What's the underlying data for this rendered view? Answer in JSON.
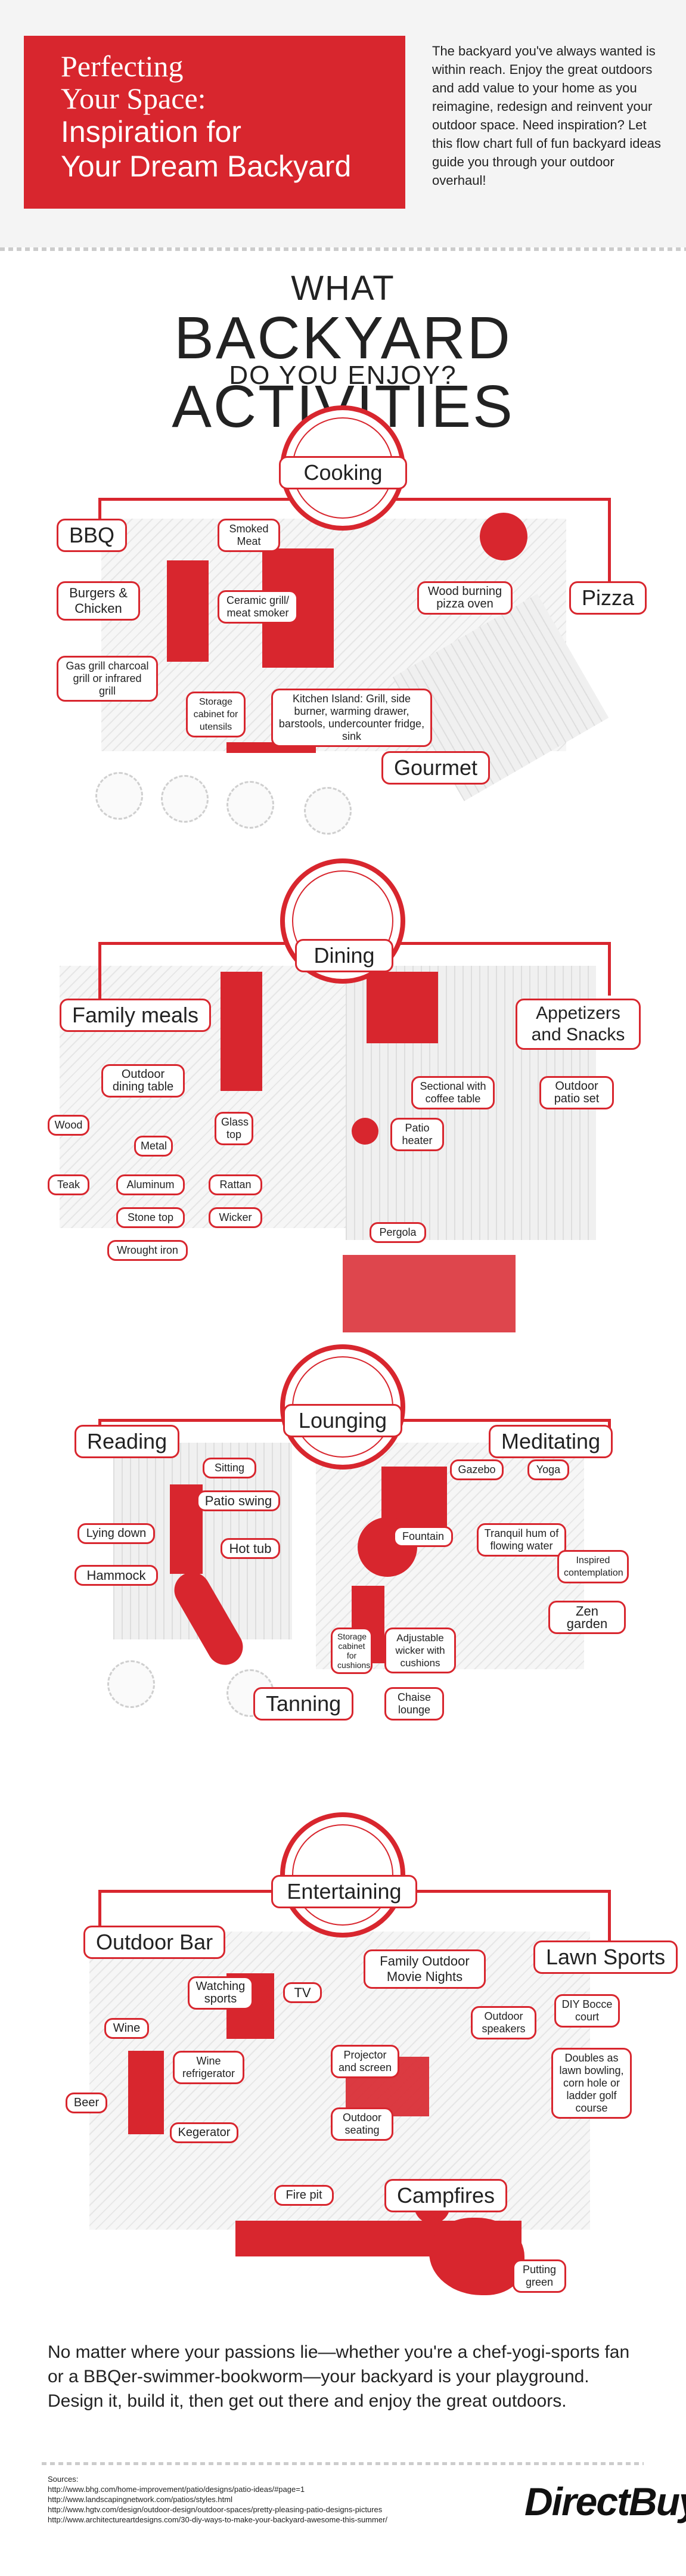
{
  "header": {
    "title_line1": "Perfecting",
    "title_line2": "Your Space:",
    "subtitle_line1": "Inspiration for",
    "subtitle_line2": "Your Dream Backyard",
    "intro": "The backyard you've always wanted is within reach. Enjoy the great outdoors and add value to your home as you reimagine, redesign and reinvent your outdoor space. Need inspiration? Let this flow chart full of fun backyard ideas guide you through your outdoor overhaul!"
  },
  "main_title": {
    "line1": "WHAT",
    "line2": "BACKYARD ACTIVITIES",
    "line3": "DO YOU ENJOY?"
  },
  "cooking": {
    "title": "Cooking",
    "bbq": "BBQ",
    "smoked_meat": "Smoked Meat",
    "ceramic_grill": "Ceramic grill/ meat smoker",
    "burgers": "Burgers & Chicken",
    "gas_grill": "Gas grill charcoal grill or infrared grill",
    "storage": "Storage cabinet for utensils",
    "kitchen_island": "Kitchen Island: Grill, side burner, warming drawer, barstools, undercounter fridge, sink",
    "gourmet": "Gourmet",
    "pizza": "Pizza",
    "wood_oven": "Wood burning pizza oven"
  },
  "dining": {
    "title": "Dining",
    "family": "Family meals",
    "outdoor_table": "Outdoor dining table",
    "wood": "Wood",
    "metal": "Metal",
    "glass": "Glass top",
    "teak": "Teak",
    "aluminum": "Aluminum",
    "stone": "Stone top",
    "wrought": "Wrought iron",
    "rattan": "Rattan",
    "wicker": "Wicker",
    "appetizers": "Appetizers and Snacks",
    "sectional": "Sectional with coffee table",
    "patio_set": "Outdoor patio set",
    "heater": "Patio heater",
    "pergola": "Pergola"
  },
  "lounging": {
    "title": "Lounging",
    "reading": "Reading",
    "sitting": "Sitting",
    "swing": "Patio swing",
    "hot_tub": "Hot tub",
    "lying": "Lying down",
    "hammock": "Hammock",
    "meditating": "Meditating",
    "gazebo": "Gazebo",
    "yoga": "Yoga",
    "fountain": "Fountain",
    "tranquil": "Tranquil hum of flowing water",
    "inspired": "Inspired contemplation",
    "zen": "Zen garden",
    "storage": "Storage cabinet for cushions",
    "wicker": "Adjustable wicker with cushions",
    "tanning": "Tanning",
    "chaise": "Chaise lounge"
  },
  "entertaining": {
    "title": "Entertaining",
    "bar": "Outdoor Bar",
    "sports": "Watching sports",
    "tv": "TV",
    "wine": "Wine",
    "wine_fridge": "Wine refrigerator",
    "beer": "Beer",
    "kegerator": "Kegerator",
    "movie": "Family Outdoor Movie Nights",
    "projector": "Projector and screen",
    "speakers": "Outdoor speakers",
    "seating": "Outdoor seating",
    "fire_pit": "Fire pit",
    "campfires": "Campfires",
    "lawn": "Lawn Sports",
    "bocce": "DIY Bocce court",
    "doubles": "Doubles as lawn bowling, corn hole or ladder golf course",
    "putting": "Putting green"
  },
  "footer": {
    "text": "No matter where your passions lie—whether you're a chef-yogi-sports fan or a BBQer-swimmer-bookworm—your backyard is your playground. Design it, build it, then get out there and enjoy the great outdoors.",
    "sources_label": "Sources:",
    "sources": [
      "http://www.bhg.com/home-improvement/patio/designs/patio-ideas/#page=1",
      "http://www.landscapingnetwork.com/patios/styles.html",
      "http://www.hgtv.com/design/outdoor-design/outdoor-spaces/pretty-pleasing-patio-designs-pictures",
      "http://www.architectureartdesigns.com/30-diy-ways-to-make-your-backyard-awesome-this-summer/"
    ],
    "logo": "DirectBuy"
  },
  "colors": {
    "accent": "#d8262e",
    "text": "#222222"
  }
}
